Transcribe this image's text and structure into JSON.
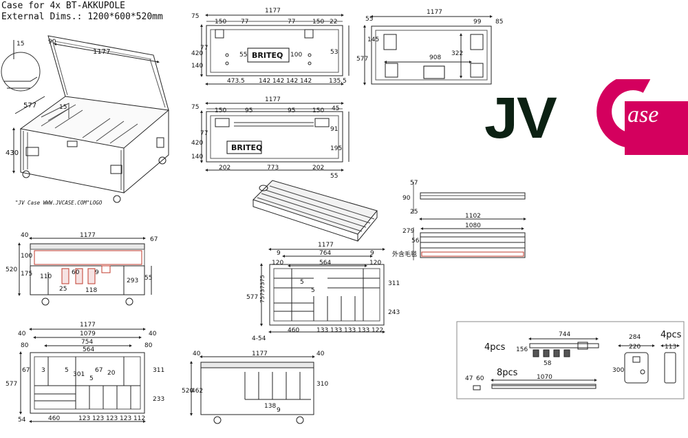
{
  "header": {
    "title": "Case for 4x BT-AKKUPOLE",
    "external_dims": "External Dims.: 1200*600*520mm"
  },
  "logo": {
    "part1": "JV",
    "part2_letter": "C",
    "part2_word": "ase",
    "colors": {
      "dark": "#0c2113",
      "accent": "#d4005e",
      "white": "#ffffff"
    }
  },
  "iso_view": {
    "dims": {
      "h15": "15",
      "h90": "90",
      "w1177": "1177",
      "d577": "577",
      "h15b": "15",
      "h430": "430"
    },
    "logo_note": "\"JV Case WWW.JVCASE.COM\"LOGO"
  },
  "top_view_1": {
    "dims": {
      "w": "1177",
      "a": "150",
      "b": "77",
      "c": "77",
      "d": "150",
      "e": "22",
      "h75": "75",
      "h420": "420",
      "h140": "140",
      "h77": "77",
      "h55": "55",
      "h100": "100",
      "h53": "53",
      "bottom": [
        "473.5",
        "142",
        "142",
        "142",
        "142",
        "135.5"
      ]
    },
    "brand": "BRITEQ"
  },
  "top_view_2": {
    "dims": {
      "w": "1177",
      "a": "150",
      "b": "95",
      "c": "95",
      "d": "150",
      "e": "45",
      "h75": "75",
      "h420": "420",
      "h140": "140",
      "h77": "77",
      "h91": "91",
      "h195": "195",
      "h55": "55",
      "bottom": [
        "202",
        "773",
        "202"
      ]
    },
    "brand": "BRITEQ"
  },
  "plan_view": {
    "dims": {
      "w": "1177",
      "a": "99",
      "b": "85",
      "h55": "55",
      "h145": "145",
      "h577": "577",
      "h322": "322",
      "w908": "908"
    }
  },
  "side_strip": {
    "dims": {
      "h57": "57",
      "h90": "90",
      "h25": "25",
      "w1102": "1102",
      "w1080": "1080",
      "h279": "279",
      "h56": "56"
    },
    "felt_label": "外含毛毯"
  },
  "front_section": {
    "dims": {
      "h40": "40",
      "w1177": "1177",
      "h67": "67",
      "h520": "520",
      "h100": "100",
      "h175": "175",
      "h110": "110",
      "h60": "60",
      "h293": "293",
      "h55": "55",
      "h25": "25",
      "h118": "118",
      "h9": "9"
    }
  },
  "mid_plan": {
    "dims": {
      "w1177": "1177",
      "w764": "764",
      "w564": "564",
      "a9": "9",
      "b9": "9",
      "a120": "120",
      "b120": "120",
      "h577": "577",
      "h75set": "75737375",
      "h311": "311",
      "h243": "243",
      "h5a": "5",
      "h5b": "5",
      "h4_54": "4-54",
      "bottom": [
        "460",
        "133",
        "133",
        "133",
        "133",
        "122"
      ]
    }
  },
  "bottom_plan": {
    "dims": {
      "w1177": "1177",
      "w1079": "1079",
      "a40": "40",
      "b40": "40",
      "a80": "80",
      "b80": "80",
      "w754": "754",
      "w564": "564",
      "h577": "577",
      "h67": "67",
      "h3": "3",
      "h5": "5",
      "h301": "301",
      "h67b": "67",
      "h20": "20",
      "h5b": "5",
      "h311": "311",
      "h233": "233",
      "h54": "54",
      "bottom": [
        "460",
        "123",
        "123",
        "123",
        "123",
        "112"
      ]
    }
  },
  "bottom_front": {
    "dims": {
      "w1177": "1177",
      "a40": "40",
      "b40": "40",
      "h520": "520",
      "h462": "462",
      "h310": "310",
      "h138": "138",
      "h9": "9"
    }
  },
  "accessories": {
    "qty_a": "4pcs",
    "qty_b": "8pcs",
    "qty_c": "4pcs",
    "dims": {
      "w744": "744",
      "h156": "156",
      "w58": "58",
      "h47": "47",
      "w60": "60",
      "w1070": "1070",
      "w284": "284",
      "w220": "220",
      "h300": "300",
      "w113": "113"
    }
  }
}
